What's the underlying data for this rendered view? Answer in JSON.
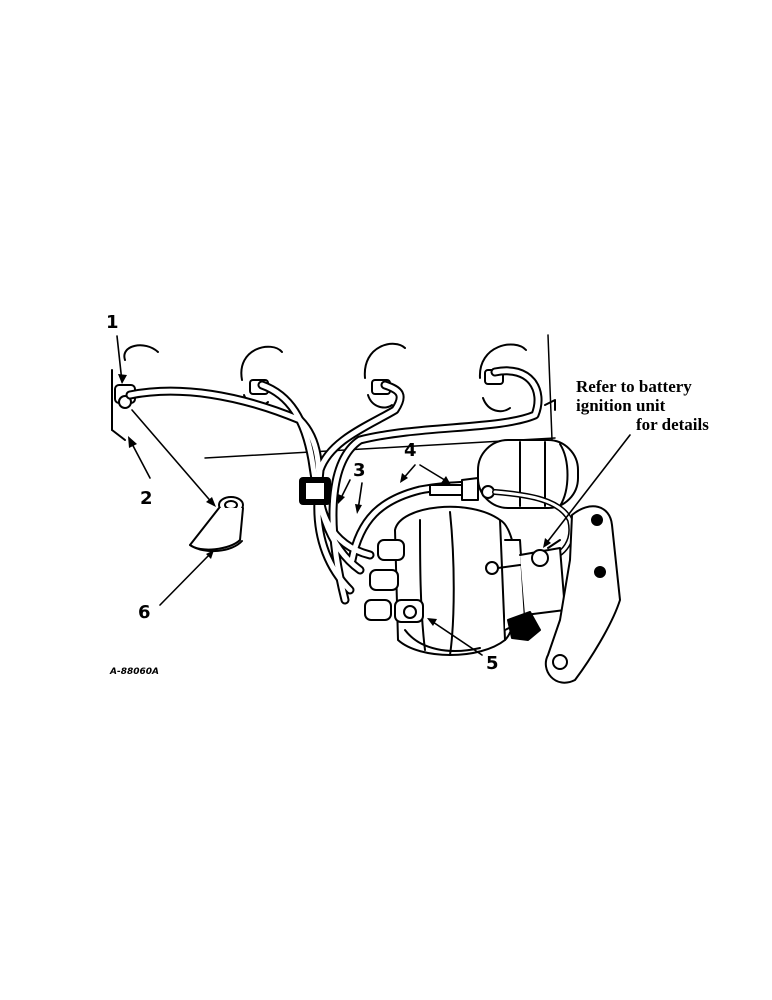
{
  "callouts": [
    "1",
    "2",
    "3",
    "4",
    "5",
    "6"
  ],
  "note": {
    "line1": "Refer to battery",
    "line2": "ignition unit",
    "line3": "for details"
  },
  "figure_id": "A-88060A"
}
